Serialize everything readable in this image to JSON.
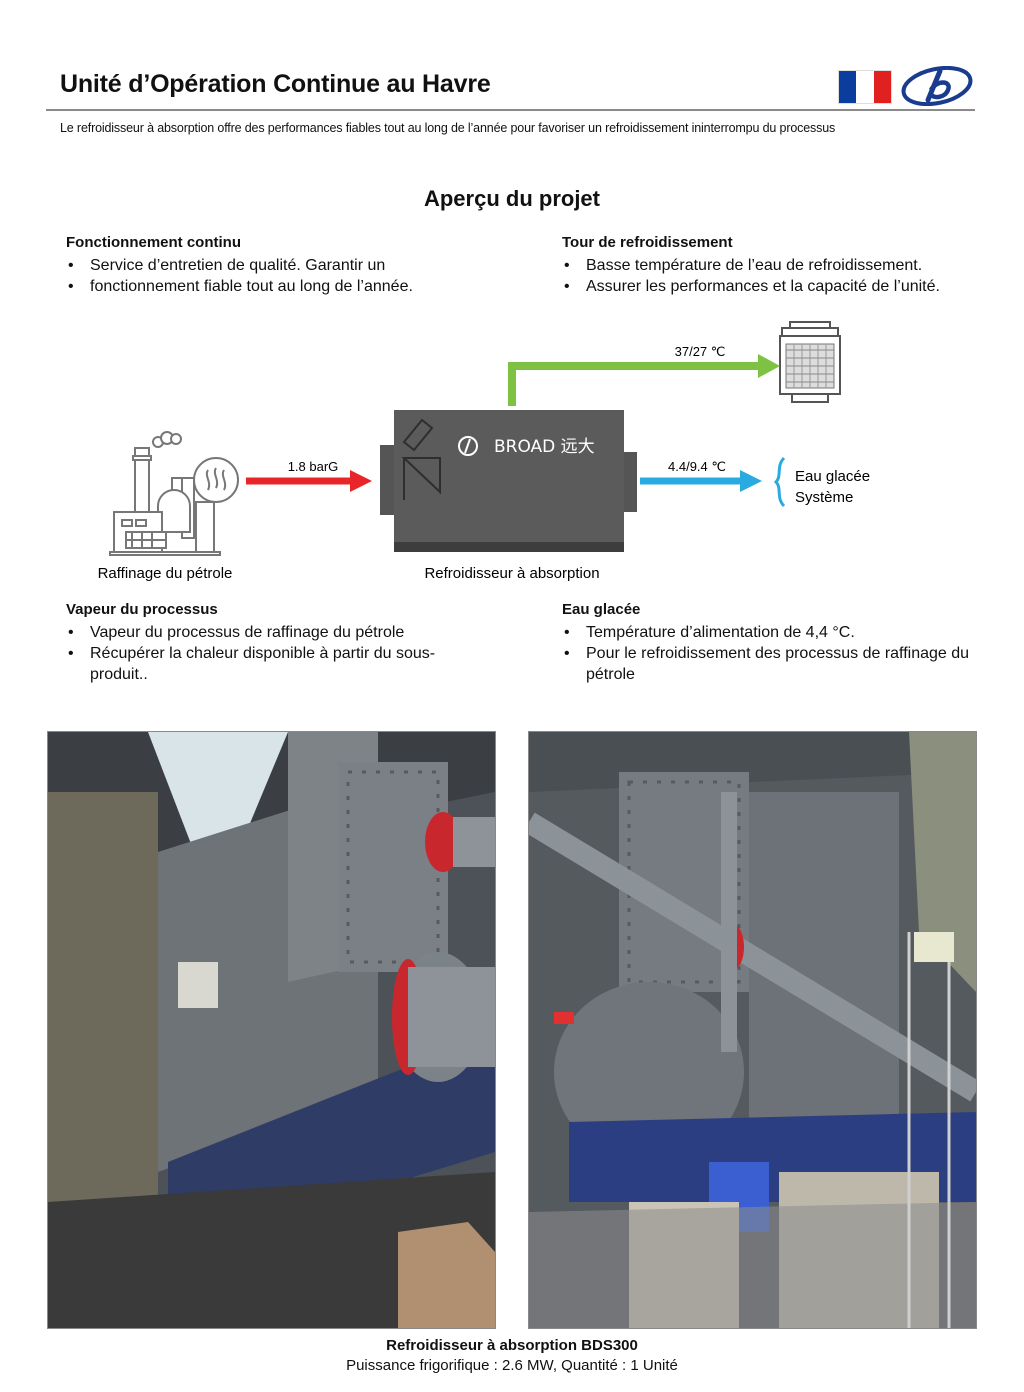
{
  "header": {
    "title": "Unité d’Opération Continue au Havre",
    "subtitle": "Le refroidisseur à absorption offre des performances fiables tout au long de l’année pour favoriser un refroidissement ininterrompu du processus",
    "flag_colors": [
      "#0a3d9c",
      "#ffffff",
      "#e0211f"
    ],
    "brand_color": "#1a3c8e"
  },
  "overview": {
    "title": "Aperçu du projet",
    "top_left": {
      "heading": "Fonctionnement continu",
      "items": [
        "Service d’entretien de qualité. Garantir un",
        "fonctionnement fiable tout au long de l’année."
      ]
    },
    "top_right": {
      "heading": "Tour de refroidissement",
      "items": [
        "Basse température de l’eau de refroidissement.",
        "Assurer les performances et la capacité de l’unité."
      ]
    },
    "bottom_left": {
      "heading": "Vapeur du processus",
      "items": [
        "Vapeur du processus de raffinage du pétrole",
        "Récupérer la chaleur disponible à partir du sous-produit.."
      ]
    },
    "bottom_right": {
      "heading": "Eau glacée",
      "items": [
        "Température d’alimentation de 4,4 °C.",
        "Pour le refroidissement des processus de raffinage du pétrole"
      ]
    }
  },
  "diagram": {
    "cooling_water_temp": "37/27 ℃",
    "steam_pressure": "1.8 barG",
    "chilled_water_temp": "4.4/9.4 ℃",
    "chilled_system_line1": "Eau glacée",
    "chilled_system_line2": "Système",
    "refinery_label": "Raffinage du pétrole",
    "chiller_label": "Refroidisseur à absorption",
    "chiller_brand": "BROAD 远大",
    "colors": {
      "cooling": "#7dc242",
      "steam": "#e8262a",
      "chilled": "#29abe2",
      "chiller_body": "#5b5b5b"
    }
  },
  "photos": {
    "left_icon": "chiller-installation-photo",
    "right_icon": "chiller-installation-photo"
  },
  "caption": {
    "title": "Refroidisseur à absorption BDS300",
    "spec": "Puissance frigorifique : 2.6 MW, Quantité : 1 Unité"
  }
}
